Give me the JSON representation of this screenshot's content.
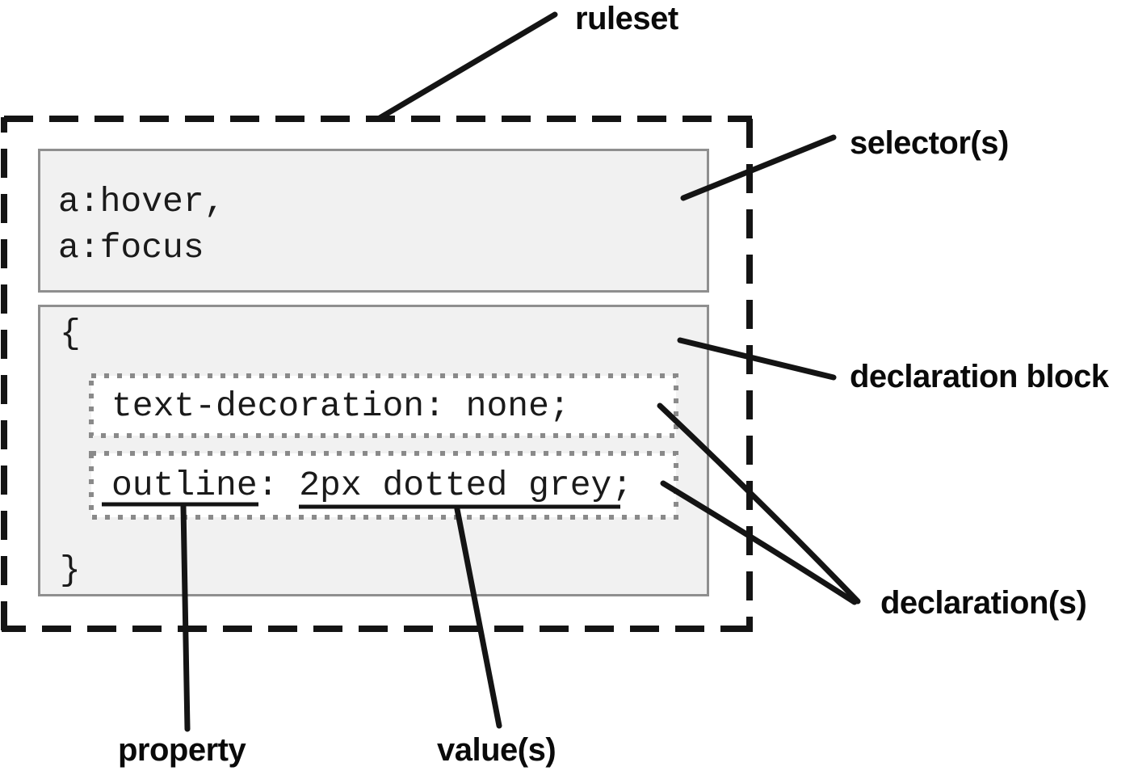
{
  "figure": {
    "labels": {
      "ruleset": "ruleset",
      "selectors": "selector(s)",
      "declaration_block": "declaration block",
      "declarations": "declaration(s)",
      "property": "property",
      "values": "value(s)"
    },
    "code": {
      "selector_line1": "a:hover,",
      "selector_line2": "a:focus",
      "open_brace": "{",
      "close_brace": "}",
      "declaration1": "text-decoration: none;",
      "declaration2_property": "outline",
      "declaration2_colon": ": ",
      "declaration2_value": "2px dotted grey",
      "declaration2_semicolon": ";"
    },
    "colors": {
      "background": "#ffffff",
      "box_fill": "#f1f1f1",
      "box_border": "#8f8f8f",
      "dotted_border": "#8a8a8a",
      "ink": "#141414",
      "code_text": "#1a1a1a"
    }
  }
}
